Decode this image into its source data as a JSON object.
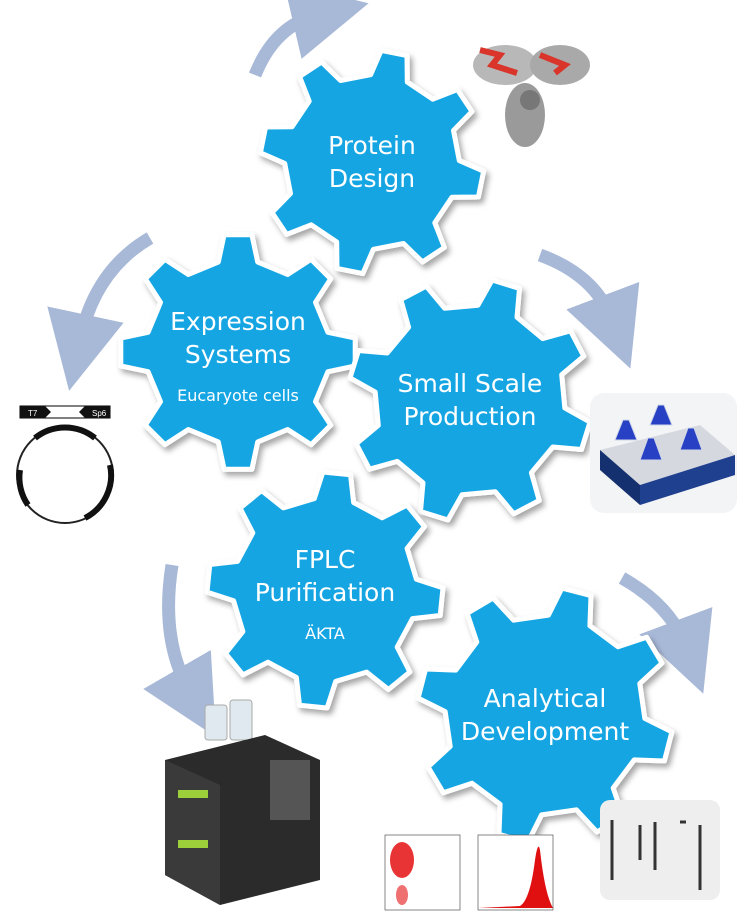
{
  "title": "Protein production workflow",
  "colors": {
    "gear": "#12a5e3",
    "arrow": "#a8b9d8",
    "gear_border": "#ffffff"
  },
  "gears": [
    {
      "id": "protein-design",
      "lines": [
        "Protein",
        "Design"
      ],
      "sub": ""
    },
    {
      "id": "expression-systems",
      "lines": [
        "Expression",
        "Systems"
      ],
      "sub": "Eucaryote cells"
    },
    {
      "id": "small-scale-production",
      "lines": [
        "Small Scale",
        "Production"
      ],
      "sub": ""
    },
    {
      "id": "fplc-purification",
      "lines": [
        "FPLC",
        "Purification"
      ],
      "sub": "ÄKTA"
    },
    {
      "id": "analytical-development",
      "lines": [
        "Analytical",
        "Development"
      ],
      "sub": ""
    }
  ],
  "images": {
    "plasmid": {
      "labels": [
        "T7",
        "Sp6"
      ]
    }
  }
}
